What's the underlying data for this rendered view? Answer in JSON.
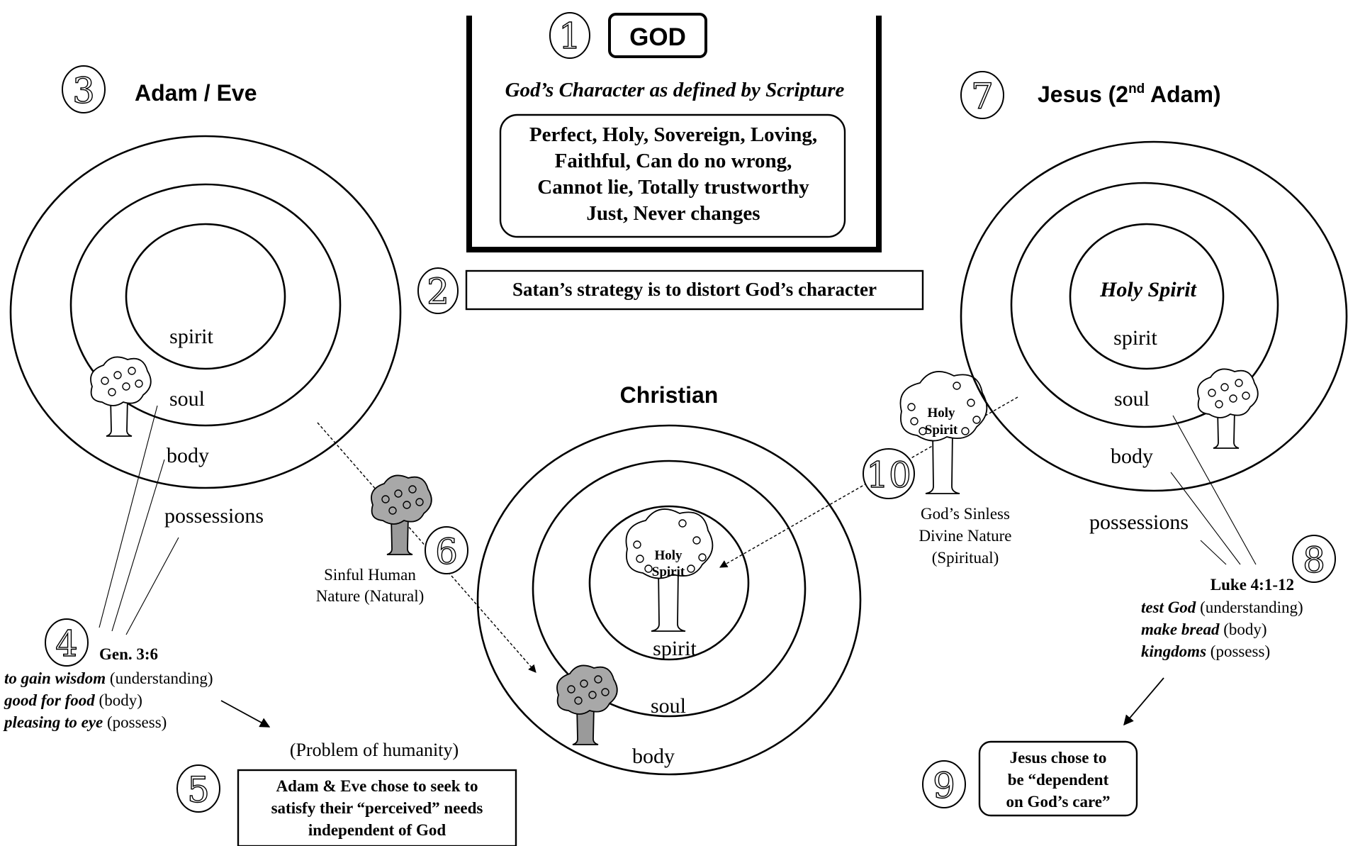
{
  "god": {
    "label": "GOD",
    "subtitle": "God’s Character as defined by Scripture",
    "traits": [
      "Perfect, Holy, Sovereign, Loving,",
      "Faithful, Can do no wrong,",
      "Cannot lie, Totally trustworthy",
      "Just, Never changes"
    ]
  },
  "numbers": [
    "1",
    "2",
    "3",
    "4",
    "5",
    "6",
    "7",
    "8",
    "9",
    "10"
  ],
  "satan": "Satan’s strategy is to distort God’s character",
  "adam": {
    "title": "Adam / Eve",
    "spirit": "spirit",
    "soul": "soul",
    "body": "body",
    "possessions": "possessions"
  },
  "gen": {
    "ref": "Gen. 3:6",
    "lines": [
      {
        "em": "to gain wisdom",
        "note": "(understanding)"
      },
      {
        "em": "good for food",
        "note": "(body)"
      },
      {
        "em": "pleasing to eye",
        "note": "(possess)"
      }
    ]
  },
  "problem": {
    "heading": "(Problem of humanity)",
    "lines": [
      "Adam & Eve chose to seek to",
      "satisfy their “perceived” needs",
      "independent of God"
    ]
  },
  "sinful": {
    "lines": [
      "Sinful Human",
      "Nature (Natural)"
    ]
  },
  "christian": {
    "title": "Christian",
    "tree_label": [
      "Holy",
      "Spirit"
    ],
    "spirit": "spirit",
    "soul": "soul",
    "body": "body"
  },
  "jesus": {
    "title_main": "Jesus (2",
    "title_sup": "nd",
    "title_end": " Adam)",
    "holy_spirit": "Holy Spirit",
    "spirit": "spirit",
    "soul": "soul",
    "body": "body",
    "possessions": "possessions"
  },
  "divine": {
    "tree_label": [
      "Holy",
      "Spirit"
    ],
    "lines": [
      "God’s Sinless",
      "Divine Nature",
      "(Spiritual)"
    ]
  },
  "luke": {
    "ref": "Luke 4:1-12",
    "lines": [
      {
        "em": "test God",
        "note": "(understanding)"
      },
      {
        "em": "make bread",
        "note": "(body)"
      },
      {
        "em": "kingdoms",
        "note": "(possess)"
      }
    ]
  },
  "dependent": {
    "lines": [
      "Jesus chose to",
      "be “dependent",
      "on God’s care”"
    ]
  }
}
